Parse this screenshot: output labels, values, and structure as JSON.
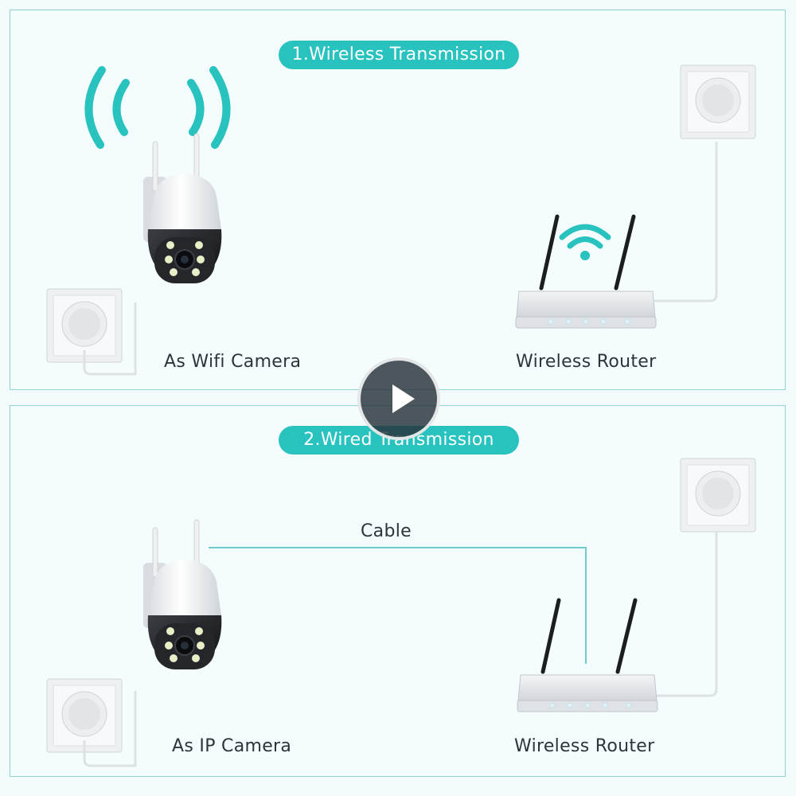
{
  "sections": {
    "wireless": {
      "title": "1.Wireless Transmission",
      "camera_caption": "As Wifi Camera",
      "router_caption": "Wireless Router"
    },
    "wired": {
      "title": "2.Wired Transmission",
      "camera_caption": "As IP Camera",
      "router_caption": "Wireless Router",
      "cable_label": "Cable"
    }
  },
  "icons": {
    "play": "play-icon",
    "wifi": "wifi-signal-icon"
  },
  "colors": {
    "accent": "#28c2bf",
    "panel_border": "#8fd3d6",
    "background": "#f3fbfd",
    "text": "#2f3438"
  }
}
